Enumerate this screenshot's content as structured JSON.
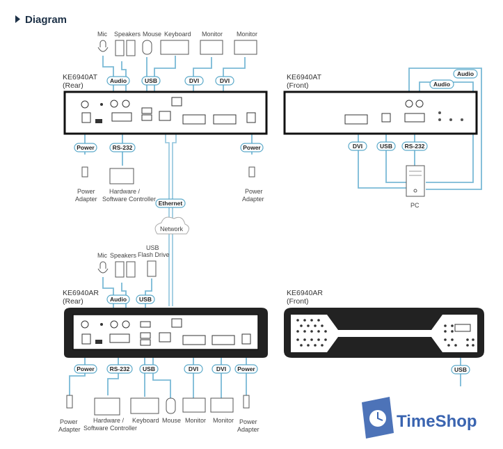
{
  "header": {
    "title": "Diagram"
  },
  "transmitter": {
    "rear_label_1": "KE6940AT",
    "rear_label_2": "(Rear)",
    "front_label_1": "KE6940AT",
    "front_label_2": "(Front)"
  },
  "receiver": {
    "rear_label_1": "KE6940AR",
    "rear_label_2": "(Rear)",
    "front_label_1": "KE6940AR",
    "front_label_2": "(Front)"
  },
  "devices": {
    "mic": "Mic",
    "speakers": "Speakers",
    "mouse": "Mouse",
    "keyboard": "Keyboard",
    "monitor": "Monitor",
    "usb_flash_1": "USB",
    "usb_flash_2": "Flash Drive",
    "power_adapter_1": "Power",
    "power_adapter_2": "Adapter",
    "controller_1": "Hardware /",
    "controller_2": "Software Controller",
    "pc": "PC",
    "network": "Network"
  },
  "tags": {
    "audio": "Audio",
    "usb": "USB",
    "dvi": "DVI",
    "power": "Power",
    "rs232": "RS-232",
    "ethernet": "Ethernet"
  },
  "watermark": {
    "brand": "TimeShop"
  },
  "colors": {
    "cable": "#79b9d6",
    "title": "#1d3147",
    "brand": "#3a64b0"
  }
}
